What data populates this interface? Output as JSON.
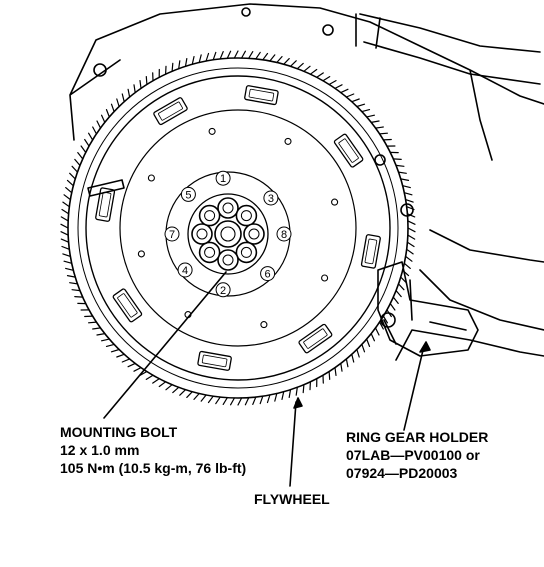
{
  "callouts": {
    "mounting_bolt": {
      "title": "MOUNTING BOLT",
      "size": "12 x 1.0 mm",
      "torque": "105 N•m (10.5 kg-m, 76 lb-ft)"
    },
    "ring_gear_holder": {
      "title": "RING GEAR HOLDER",
      "part_1": "07LAB—PV00100 or",
      "part_2": "07924—PD20003"
    },
    "flywheel": {
      "title": "FLYWHEEL"
    }
  },
  "bolt_sequence": [
    "1",
    "2",
    "3",
    "4",
    "5",
    "6",
    "7",
    "8"
  ],
  "colors": {
    "ink": "#000000",
    "paper": "#ffffff"
  }
}
